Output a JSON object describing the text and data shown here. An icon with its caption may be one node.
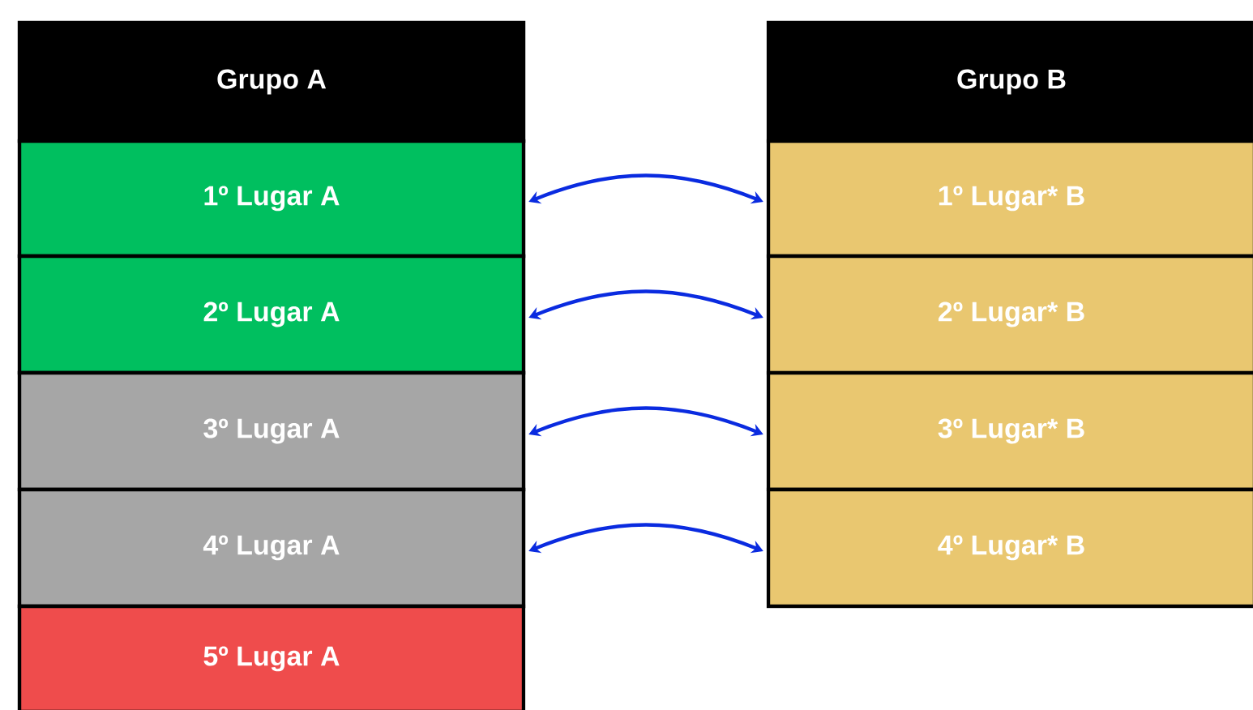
{
  "diagram": {
    "nodes": [
      {
        "text": [
          "Grupo A"
        ]
      },
      {
        "text": [
          "1º Lugar A"
        ]
      },
      {
        "text": [
          "2º Lugar A"
        ]
      },
      {
        "text": [
          "3º Lugar A"
        ]
      },
      {
        "text": [
          "4º Lugar A"
        ]
      },
      {
        "text": [
          "5º Lugar A"
        ]
      },
      {
        "text": [
          "Grupo B"
        ]
      },
      {
        "text": [
          "1º Lugar* B"
        ]
      },
      {
        "text": [
          "2º Lugar* B"
        ]
      },
      {
        "text": [
          "3º Lugar* B"
        ]
      },
      {
        "text": [
          "4º Lugar* B"
        ]
      }
    ],
    "edges": [
      {
        "from": 1,
        "to": 7,
        "arrow": "both",
        "color": "#0a2be0"
      },
      {
        "from": 2,
        "to": 8,
        "arrow": "both",
        "color": "#0a2be0"
      },
      {
        "from": 3,
        "to": 9,
        "arrow": "both",
        "color": "#0a2be0"
      },
      {
        "from": 4,
        "to": 10,
        "arrow": "both",
        "color": "#0a2be0"
      }
    ]
  }
}
